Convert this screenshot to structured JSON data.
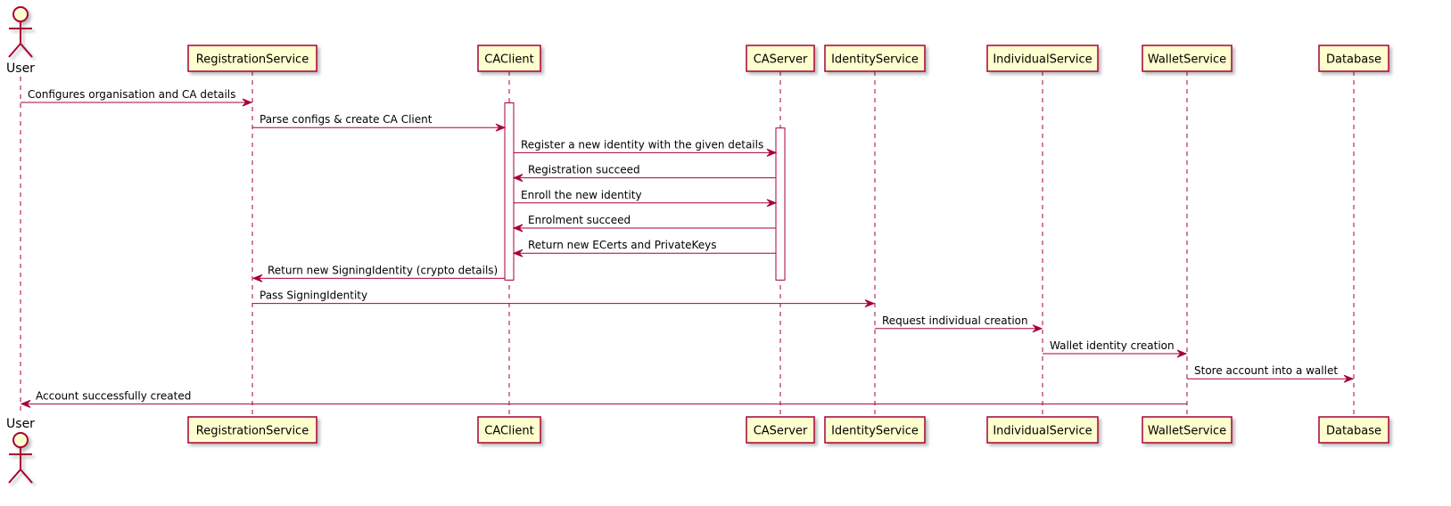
{
  "participants": [
    {
      "id": "user",
      "label": "User",
      "kind": "actor"
    },
    {
      "id": "registration",
      "label": "RegistrationService",
      "kind": "box"
    },
    {
      "id": "caclient",
      "label": "CAClient",
      "kind": "box"
    },
    {
      "id": "caserver",
      "label": "CAServer",
      "kind": "box"
    },
    {
      "id": "identity",
      "label": "IdentityService",
      "kind": "box"
    },
    {
      "id": "individual",
      "label": "IndividualService",
      "kind": "box"
    },
    {
      "id": "wallet",
      "label": "WalletService",
      "kind": "box"
    },
    {
      "id": "database",
      "label": "Database",
      "kind": "box"
    }
  ],
  "messages": [
    {
      "from": "user",
      "to": "registration",
      "label": "Configures organisation and CA details"
    },
    {
      "from": "registration",
      "to": "caclient",
      "label": "Parse configs & create CA Client"
    },
    {
      "from": "caclient",
      "to": "caserver",
      "label": "Register a new identity with the given details"
    },
    {
      "from": "caserver",
      "to": "caclient",
      "label": "Registration succeed"
    },
    {
      "from": "caclient",
      "to": "caserver",
      "label": "Enroll the new identity"
    },
    {
      "from": "caserver",
      "to": "caclient",
      "label": "Enrolment succeed"
    },
    {
      "from": "caserver",
      "to": "caclient",
      "label": "Return new ECerts and PrivateKeys"
    },
    {
      "from": "caclient",
      "to": "registration",
      "label": "Return new SigningIdentity (crypto details)"
    },
    {
      "from": "registration",
      "to": "identity",
      "label": "Pass SigningIdentity"
    },
    {
      "from": "identity",
      "to": "individual",
      "label": "Request individual creation"
    },
    {
      "from": "individual",
      "to": "wallet",
      "label": "Wallet identity creation"
    },
    {
      "from": "wallet",
      "to": "database",
      "label": "Store account into a wallet"
    },
    {
      "from": "wallet",
      "to": "user",
      "label": "Account successfully created"
    }
  ],
  "activations": [
    {
      "participant": "caclient",
      "from_message": 1,
      "to_message": 7
    },
    {
      "participant": "caserver",
      "from_message": 2,
      "to_message": 7
    }
  ],
  "colors": {
    "box_fill": "#FEFECE",
    "stroke": "#A80036",
    "lifeline": "#A80036",
    "text": "#000000",
    "shadow": "#C8C8C8"
  }
}
